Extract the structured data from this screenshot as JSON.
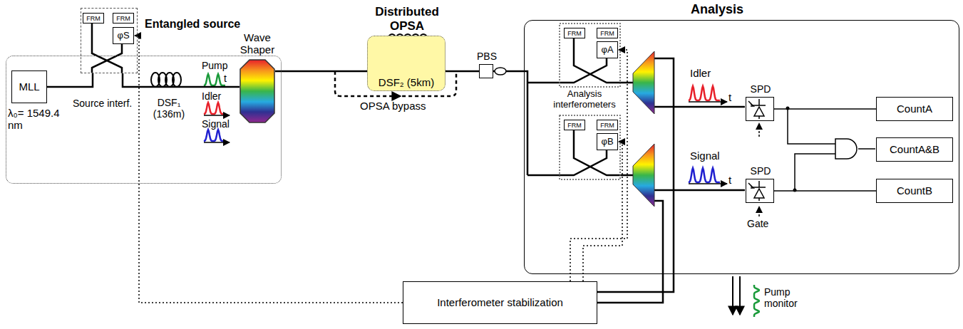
{
  "diagram": {
    "nodes": [
      {
        "text": [
          "Entangled source"
        ]
      },
      {
        "text": [
          "MLL",
          "λ₀= 1549.4 nm"
        ],
        "in": 0
      },
      {
        "text": [
          "Source interf."
        ],
        "in": 0
      },
      {
        "text": [
          "FRM"
        ],
        "in": 2
      },
      {
        "text": [
          "FRM"
        ],
        "in": 2
      },
      {
        "text": [
          "φS"
        ],
        "in": 2
      },
      {
        "text": [
          "Wave Shaper"
        ],
        "in": 0
      },
      {
        "text": [
          "Distributed OPSA",
          "DSF₂ (5km)"
        ]
      },
      {
        "text": [
          "PBS"
        ]
      },
      {
        "text": [
          "Analysis"
        ]
      },
      {
        "text": [
          "FRM"
        ],
        "in": 9
      },
      {
        "text": [
          "FRM"
        ],
        "in": 9
      },
      {
        "text": [
          "φA"
        ],
        "in": 9
      },
      {
        "text": [
          "FRM"
        ],
        "in": 9
      },
      {
        "text": [
          "FRM"
        ],
        "in": 9
      },
      {
        "text": [
          "φB"
        ],
        "in": 9
      },
      {
        "text": [
          "SPD"
        ],
        "in": 9
      },
      {
        "text": [
          "SPD"
        ],
        "in": 9
      },
      {
        "text": [
          "CountA"
        ],
        "in": 9
      },
      {
        "text": [
          "CountA&B"
        ],
        "in": 9
      },
      {
        "text": [
          "CountB"
        ],
        "in": 9
      },
      {
        "text": [
          "Interferometer stabilization"
        ]
      }
    ],
    "edges": [
      {
        "from": 1,
        "to": 2,
        "arrow": "none"
      },
      {
        "from": 2,
        "to": 6,
        "arrow": "none"
      },
      {
        "from": 6,
        "to": 7,
        "arrow": "none"
      },
      {
        "from": 7,
        "to": 8,
        "arrow": "none"
      },
      {
        "from": 21,
        "to": 5,
        "arrow": "to"
      },
      {
        "from": 21,
        "to": 12,
        "arrow": "to"
      },
      {
        "from": 21,
        "to": 15,
        "arrow": "to"
      },
      {
        "from": 16,
        "to": 18,
        "arrow": "none"
      },
      {
        "from": 17,
        "to": 20,
        "arrow": "none"
      }
    ],
    "labels": [
      "DSF₁ (136m)",
      "Pump",
      "t",
      "Idler",
      "Signal",
      "OPSA bypass",
      "Analysis interferometers",
      "Idler",
      "t",
      "Signal",
      "t",
      "Gate",
      "Pump monitor"
    ]
  }
}
